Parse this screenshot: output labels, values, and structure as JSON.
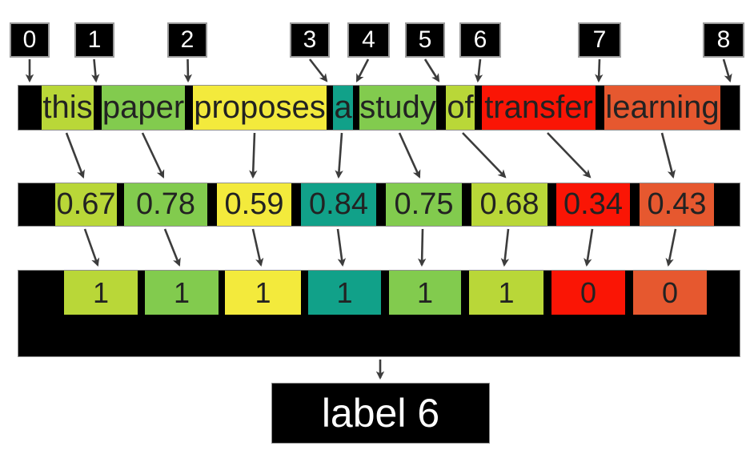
{
  "diagram": {
    "index_row": [
      "0",
      "1",
      "2",
      "3",
      "4",
      "5",
      "6",
      "7",
      "8"
    ],
    "tokens": [
      {
        "text": "this",
        "score": "0.67",
        "binary": "1",
        "color": "#b9d738"
      },
      {
        "text": "paper",
        "score": "0.78",
        "binary": "1",
        "color": "#82cb4e"
      },
      {
        "text": "proposes",
        "score": "0.59",
        "binary": "1",
        "color": "#f3ea3c"
      },
      {
        "text": "a",
        "score": "0.84",
        "binary": "1",
        "color": "#11a189"
      },
      {
        "text": "study",
        "score": "0.75",
        "binary": "1",
        "color": "#82cb4e"
      },
      {
        "text": "of",
        "score": "0.68",
        "binary": "1",
        "color": "#b9d738"
      },
      {
        "text": "transfer",
        "score": "0.34",
        "binary": "0",
        "color": "#fa1505"
      },
      {
        "text": "learning",
        "score": "0.43",
        "binary": "0",
        "color": "#e6582f"
      }
    ],
    "output_label": "label 6",
    "colors": {
      "bar_black": "#000000",
      "arrow": "#3c3c3c",
      "text_dark": "#222222",
      "text_light": "#ffffff"
    }
  }
}
